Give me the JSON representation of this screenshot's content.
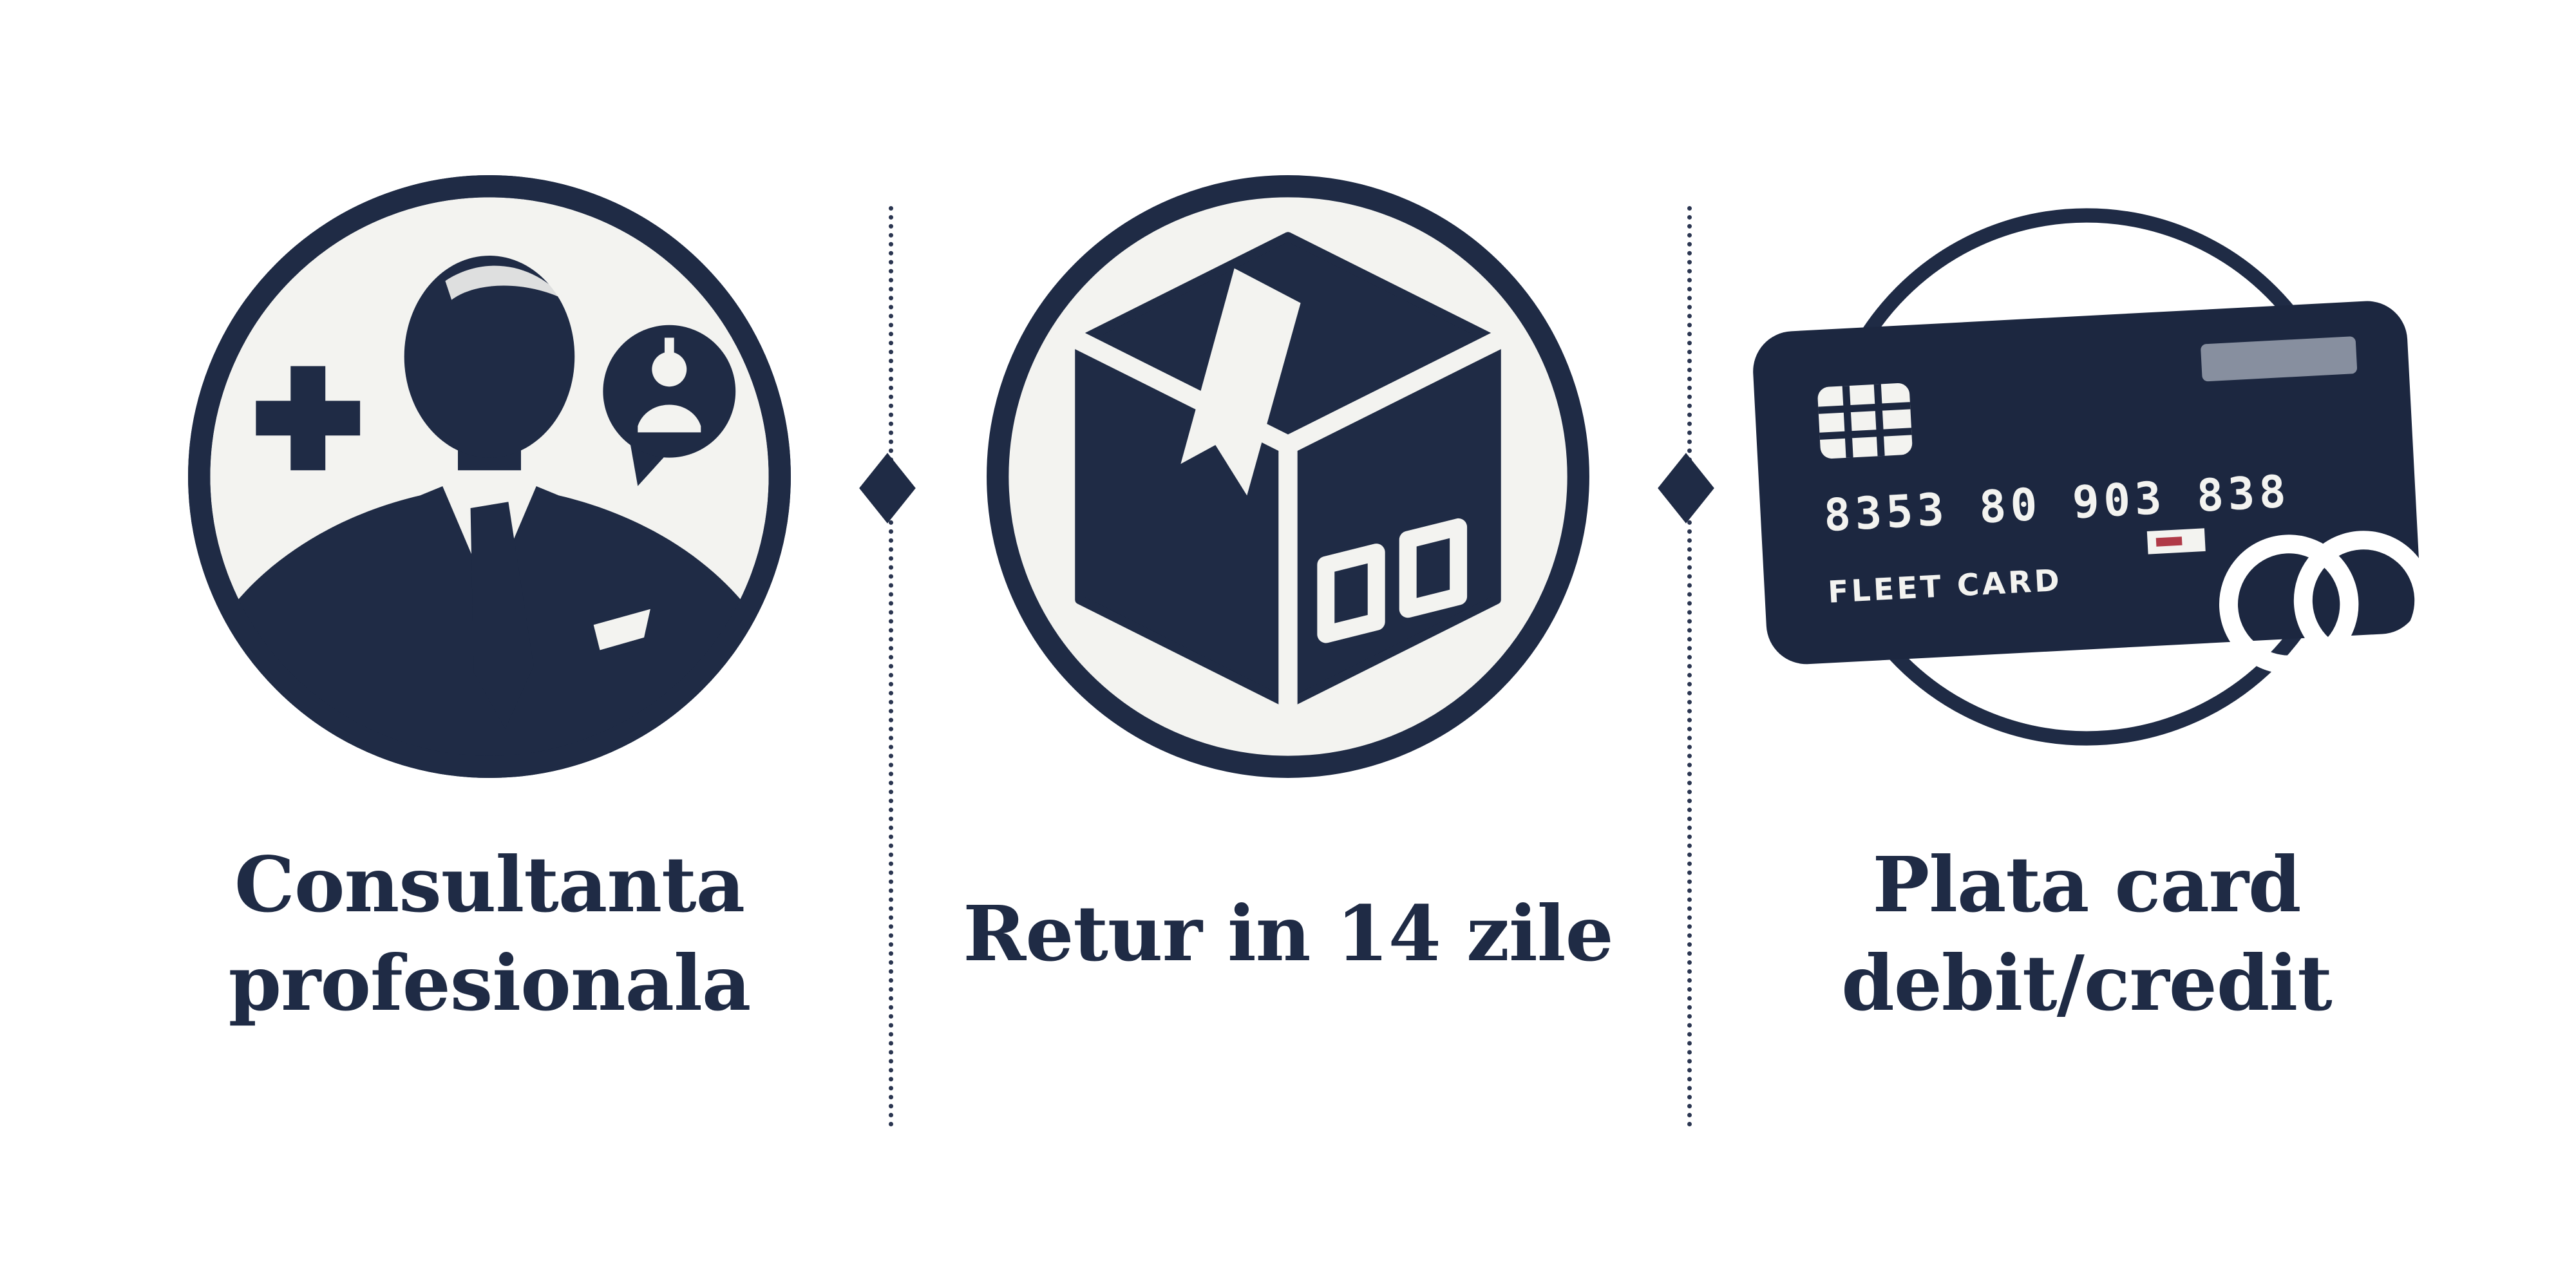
{
  "features": [
    {
      "id": "consultanta-profesionala",
      "icon": "consultant-icon",
      "label_lines": [
        "Consultanta",
        "profesionala"
      ]
    },
    {
      "id": "retur-14-zile",
      "icon": "return-box-icon",
      "label_lines": [
        "Retur in 14 zile"
      ]
    },
    {
      "id": "plata-card-debit-credit",
      "icon": "credit-card-icon",
      "label_lines": [
        "Plata card",
        "debit/credit"
      ]
    }
  ],
  "card": {
    "number_line": "8353 80 903 838",
    "holder": "FLEET CARD"
  },
  "colors": {
    "navy": "#1f2b45",
    "icon_bg": "#f3f3f0",
    "page_bg": "#ffffff",
    "card_red": "#b03a48"
  }
}
